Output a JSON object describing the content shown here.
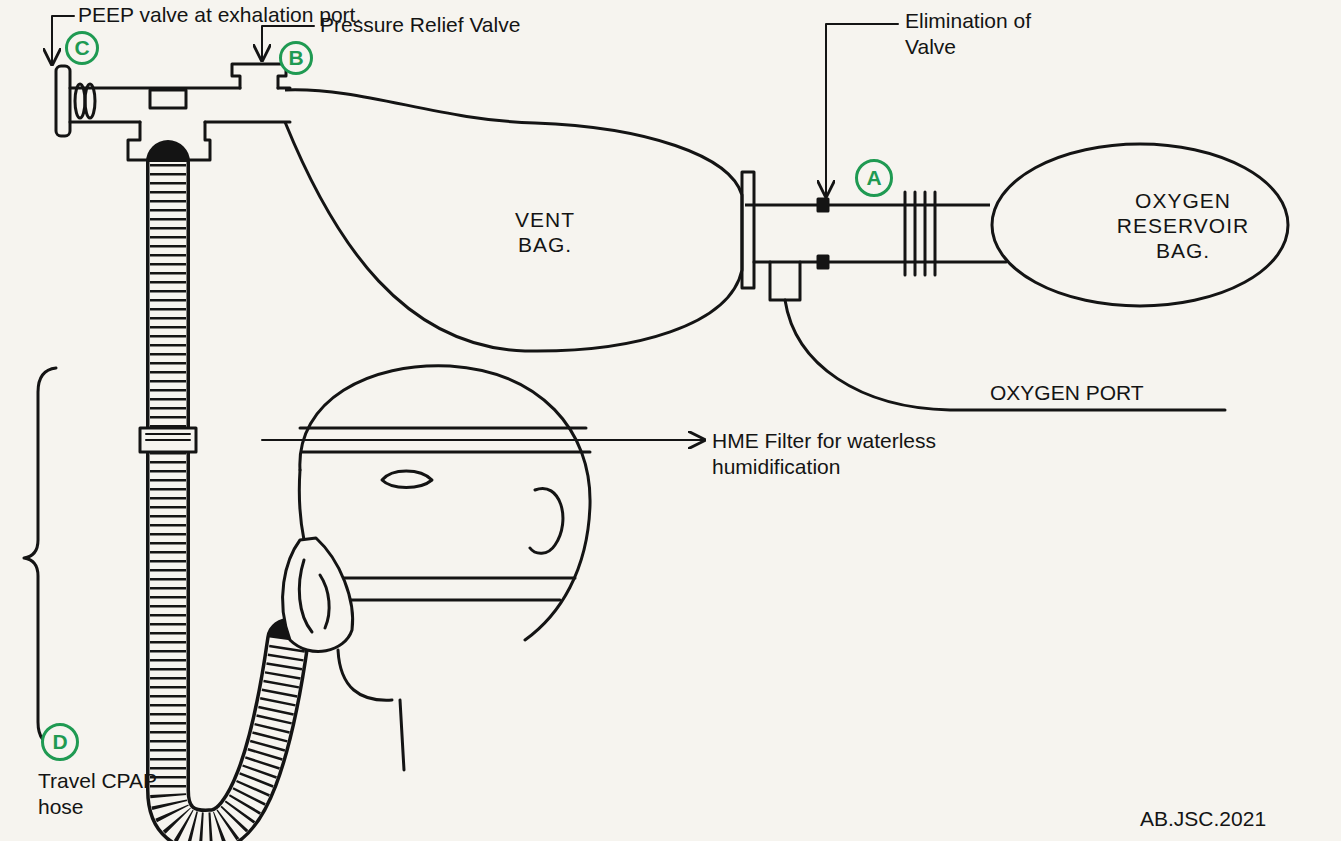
{
  "diagram": {
    "nodes": [
      {
        "text": [
          "C"
        ]
      },
      {
        "text": [
          "B"
        ]
      },
      {
        "text": [
          "VENT BAG."
        ]
      },
      {
        "text": [
          "A"
        ]
      },
      {
        "text": [
          "OXYGEN RESERVOIR BAG."
        ]
      },
      {
        "text": [
          "D"
        ]
      }
    ],
    "edges": [
      {
        "from": 2,
        "to": 4,
        "arrow": "none"
      }
    ],
    "labels": [
      "PEEP valve at exhalation port.",
      "Pressure Relief Valve",
      "Elimination of Valve",
      "OXYGEN PORT",
      "HME Filter for waterless humidification",
      "Travel CPAP hose",
      "AB.JSC.2021"
    ]
  }
}
